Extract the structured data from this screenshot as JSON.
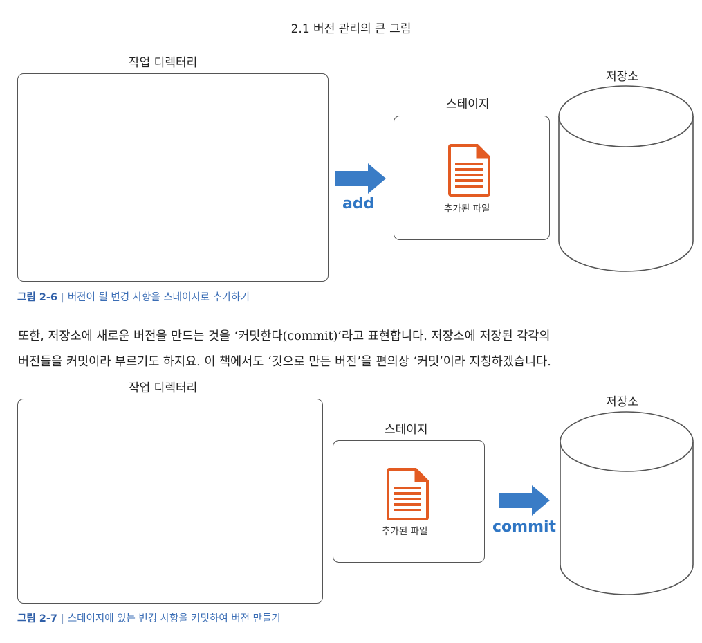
{
  "header": {
    "title": "2.1 버전 관리의 큰 그림"
  },
  "figure1": {
    "working_dir_label": "작업 디렉터리",
    "stage_label": "스테이지",
    "repo_label": "저장소",
    "arrow_label": "add",
    "file_label": "추가된 파일",
    "caption_num": "그림 2-6",
    "caption_sep": "|",
    "caption_text": "버전이 될 변경 사항을 스테이지로 추가하기",
    "colors": {
      "arrow": "#3a7cc6",
      "file": "#e35b22",
      "caption": "#3a6db5"
    }
  },
  "paragraph": {
    "line1": "또한, 저장소에 새로운 버전을 만드는 것을 ‘커밋한다(commit)’라고 표현합니다. 저장소에 저장된 각각의",
    "line2": "버전들을 커밋이라 부르기도 하지요. 이 책에서도 ‘깃으로 만든 버전’을 편의상 ‘커밋’이라 지칭하겠습니다."
  },
  "figure2": {
    "working_dir_label": "작업 디렉터리",
    "stage_label": "스테이지",
    "repo_label": "저장소",
    "arrow_label": "commit",
    "file_label": "추가된 파일",
    "caption_num": "그림 2-7",
    "caption_sep": "|",
    "caption_text": "스테이지에 있는 변경 사항을 커밋하여 버전 만들기"
  }
}
